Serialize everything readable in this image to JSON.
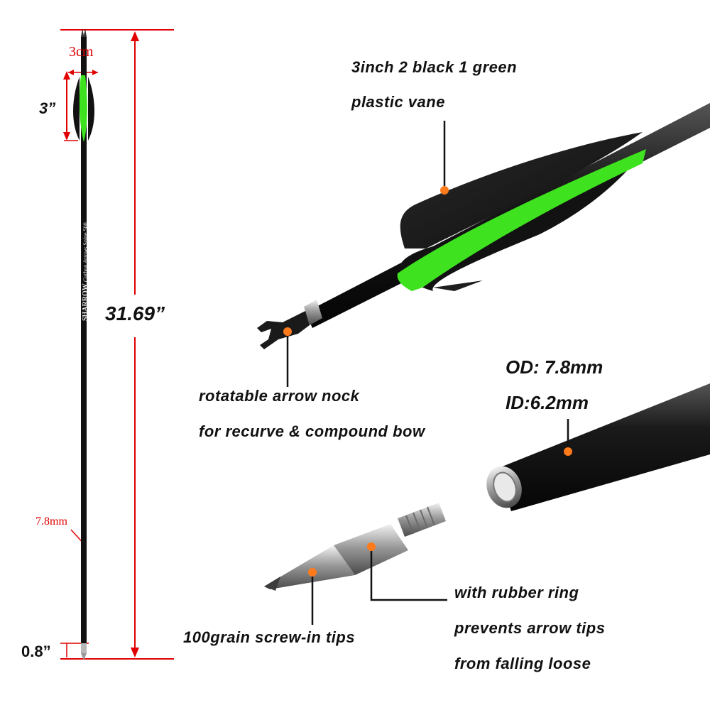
{
  "dimensions": {
    "vane_width": "3cm",
    "vane_length": "3”",
    "total_length": "31.69”",
    "diameter": "7.8mm",
    "tip_length": "0.8”"
  },
  "shaft_print": {
    "brand": "SHARROW",
    "model": "Carbon Arrows",
    "spine": "Spine 500"
  },
  "callouts": {
    "vane_line1": "3inch 2 black 1 green",
    "vane_line2": "plastic vane",
    "nock_line1": "rotatable arrow nock",
    "nock_line2": "for recurve & compound bow",
    "od": "OD: 7.8mm",
    "id": "ID:6.2mm",
    "tip": "100grain screw-in tips",
    "ring_line1": "with rubber ring",
    "ring_line2": "prevents arrow tips",
    "ring_line3": "from falling loose"
  },
  "colors": {
    "dimension_red": "#e00000",
    "vane_green": "#3ee21f",
    "shaft_black": "#111111",
    "marker_orange": "#ff7a1a"
  }
}
